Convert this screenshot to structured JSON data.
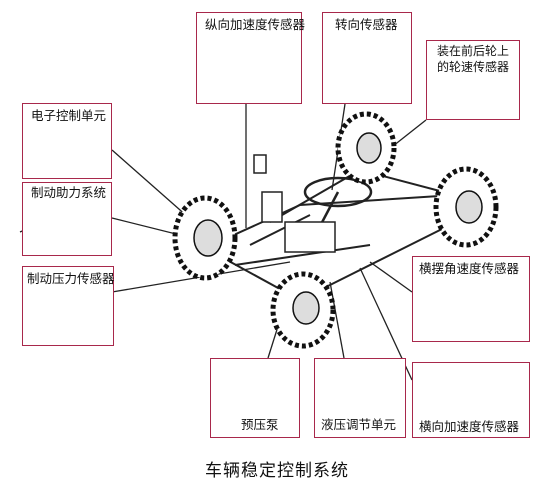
{
  "caption": "车辆稳定控制系统",
  "components": {
    "longitudinal_accel_sensor": "纵向加速度传感器",
    "steering_sensor": "转向传感器",
    "front_rear_wheel_speed_sensor_line1": "装在前后轮上",
    "front_rear_wheel_speed_sensor_line2": "的轮速传感器",
    "ecu": "电子控制单元",
    "brake_booster": "制动助力系统",
    "brake_pressure_sensor": "制动压力传感器",
    "yaw_rate_sensor": "横摆角速度传感器",
    "pre_pressure_pump": "预压泵",
    "hydraulic_unit": "液压调节单元",
    "lateral_accel_sensor": "横向加速度传感器"
  },
  "colors": {
    "box_border": "#a8284b",
    "line": "#222222"
  }
}
